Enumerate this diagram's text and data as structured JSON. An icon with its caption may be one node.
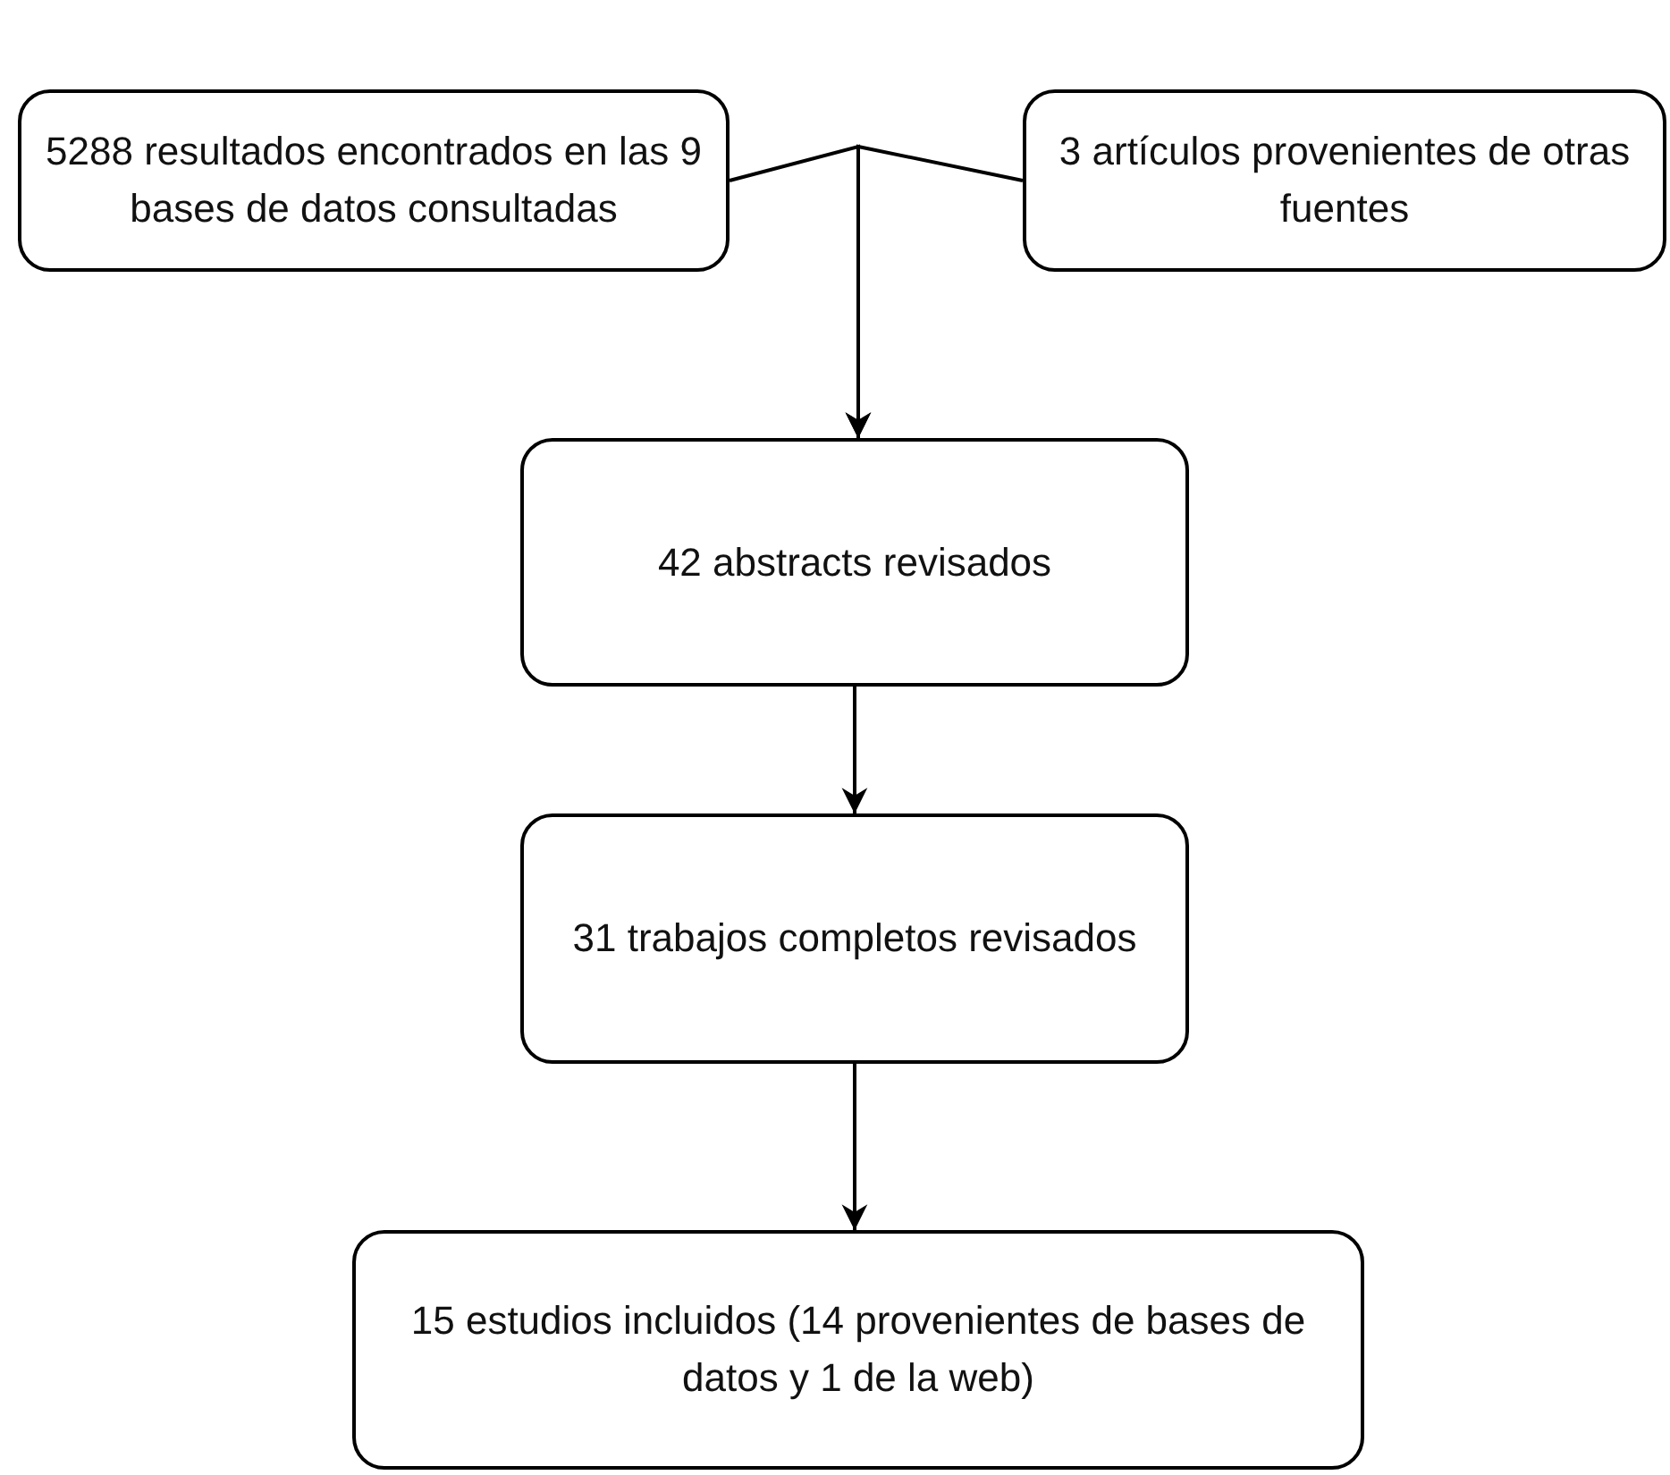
{
  "diagram": {
    "nodes": [
      {
        "text": [
          "5288 resultados encontrados en las 9 bases de datos consultadas"
        ]
      },
      {
        "text": [
          "3 artículos provenientes de otras fuentes"
        ]
      },
      {
        "text": [
          "42 abstracts revisados"
        ]
      },
      {
        "text": [
          "31 trabajos completos revisados"
        ]
      },
      {
        "text": [
          "15 estudios incluidos (14 provenientes de bases de datos y 1 de la web)"
        ]
      }
    ],
    "edges": [
      {
        "from": 0,
        "to": 2,
        "arrow": "to"
      },
      {
        "from": 1,
        "to": 2,
        "arrow": "to"
      },
      {
        "from": 2,
        "to": 3,
        "arrow": "to"
      },
      {
        "from": 3,
        "to": 4,
        "arrow": "to"
      }
    ]
  }
}
